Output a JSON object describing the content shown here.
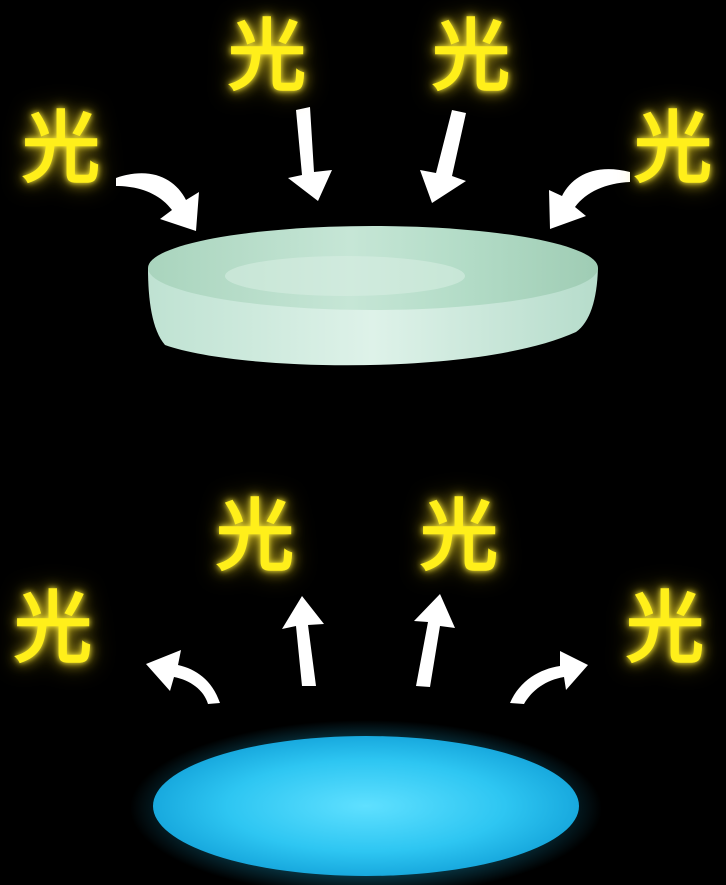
{
  "glyphs": {
    "top_left_center": "光",
    "top_right_center": "光",
    "top_left_edge": "光",
    "top_right_edge": "光",
    "bottom_left_center": "光",
    "bottom_right_center": "光",
    "bottom_left_edge": "光",
    "bottom_right_edge": "光"
  },
  "colors": {
    "background": "#000000",
    "glyph": "#ffef1a",
    "glyph_glow": "#ffdc1e",
    "arrow": "#ffffff",
    "disc_top": "#b7ddc9",
    "disc_edge": "#cfe8dc",
    "disc_glow": "#27c4f0"
  },
  "icons": {
    "incoming_arrows": "arrow-in-icon",
    "outgoing_arrows": "arrow-out-icon"
  }
}
